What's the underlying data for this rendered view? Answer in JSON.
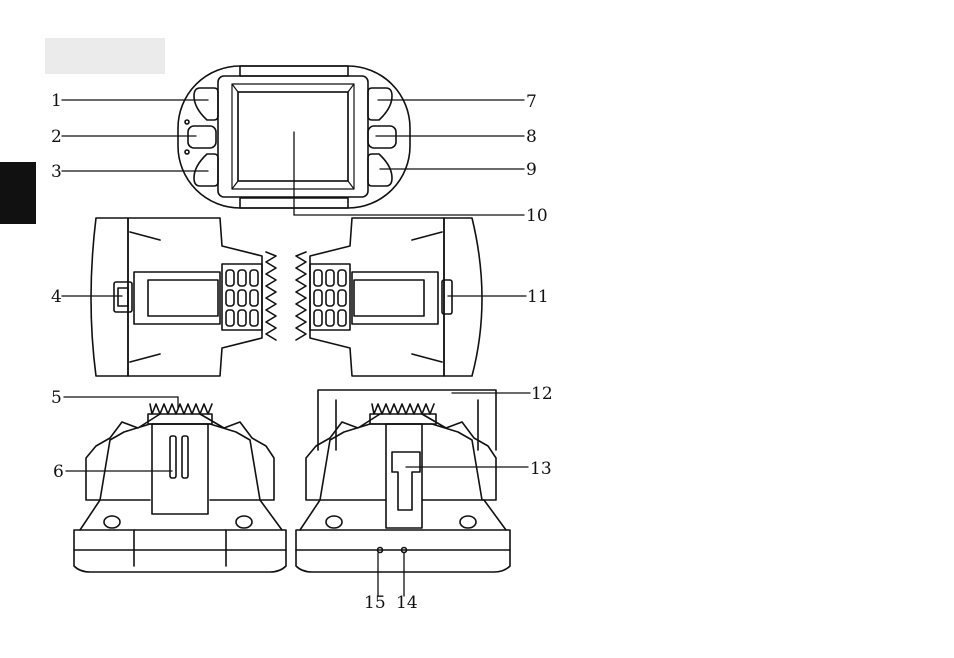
{
  "header": {
    "label": ""
  },
  "callouts": [
    {
      "id": "1",
      "label": "1"
    },
    {
      "id": "2",
      "label": "2"
    },
    {
      "id": "3",
      "label": "3"
    },
    {
      "id": "4",
      "label": "4"
    },
    {
      "id": "5",
      "label": "5"
    },
    {
      "id": "6",
      "label": "6"
    },
    {
      "id": "7",
      "label": "7"
    },
    {
      "id": "8",
      "label": "8"
    },
    {
      "id": "9",
      "label": "9"
    },
    {
      "id": "10",
      "label": "10"
    },
    {
      "id": "11",
      "label": "11"
    },
    {
      "id": "12",
      "label": "12"
    },
    {
      "id": "13",
      "label": "13"
    },
    {
      "id": "14",
      "label": "14"
    },
    {
      "id": "15",
      "label": "15"
    }
  ],
  "colors": {
    "line": "#111111",
    "header_box": "#ebebeb",
    "side_tab": "#111111"
  }
}
